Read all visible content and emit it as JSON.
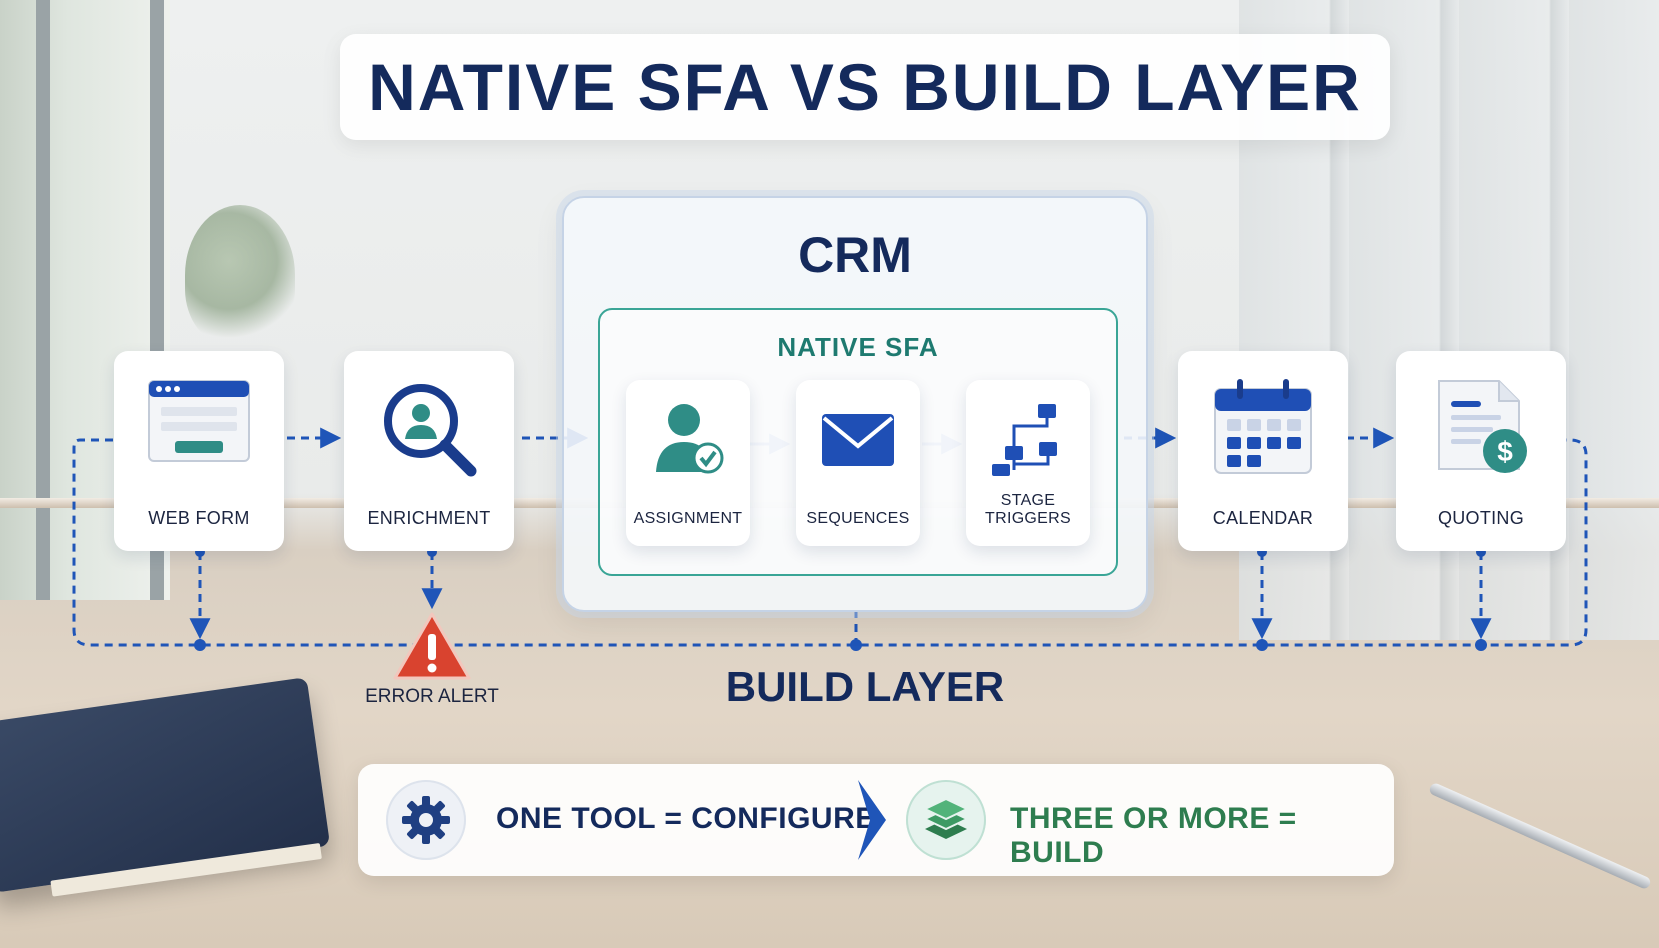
{
  "title": "NATIVE SFA VS BUILD LAYER",
  "crm": {
    "title": "CRM",
    "native_sfa": {
      "title": "NATIVE SFA",
      "steps": [
        {
          "label": "ASSIGNMENT",
          "icon": "user-check-icon"
        },
        {
          "label": "SEQUENCES",
          "icon": "envelope-icon"
        },
        {
          "label": "STAGE TRIGGERS",
          "icon": "workflow-icon"
        }
      ]
    }
  },
  "outer_steps": [
    {
      "label": "WEB FORM",
      "icon": "web-form-icon"
    },
    {
      "label": "ENRICHMENT",
      "icon": "magnifier-user-icon"
    },
    {
      "label": "CALENDAR",
      "icon": "calendar-icon"
    },
    {
      "label": "QUOTING",
      "icon": "quote-document-icon"
    }
  ],
  "build_layer": {
    "label": "BUILD LAYER",
    "error_alert": {
      "label": "ERROR ALERT",
      "icon": "warning-triangle-icon"
    }
  },
  "rules": {
    "configure": {
      "text": "ONE TOOL = CONFIGURE",
      "icon": "gear-icon"
    },
    "build": {
      "text": "THREE OR MORE = BUILD",
      "icon": "layers-icon"
    }
  },
  "colors": {
    "navy": "#142a5c",
    "teal": "#1e7a70",
    "green": "#2e7d4f",
    "flow_blue": "#1f55b8",
    "alert_red": "#d9432f"
  }
}
